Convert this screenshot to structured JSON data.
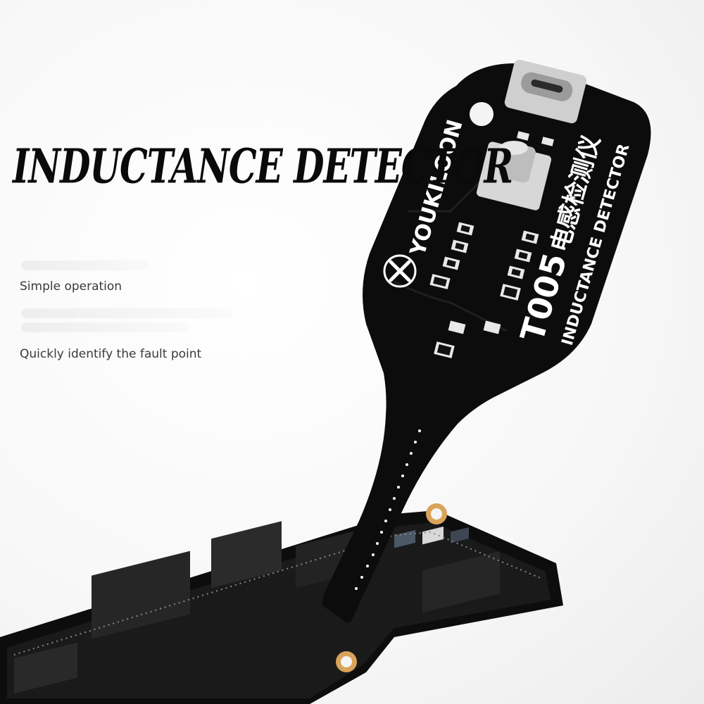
{
  "headline": "INDUCTANCE DETECTOR",
  "features": [
    "Simple operation",
    "Quickly identify the fault point"
  ],
  "device": {
    "brand": "YOUKILOON",
    "model": "T005",
    "chinese_name": "电感检测仪",
    "english_name": "INDUCTANCE DETECTOR"
  },
  "colors": {
    "board": "#0c0c0c",
    "pcb": "#141414",
    "text": "#0a0a0a",
    "copper": "#d9a35a"
  }
}
